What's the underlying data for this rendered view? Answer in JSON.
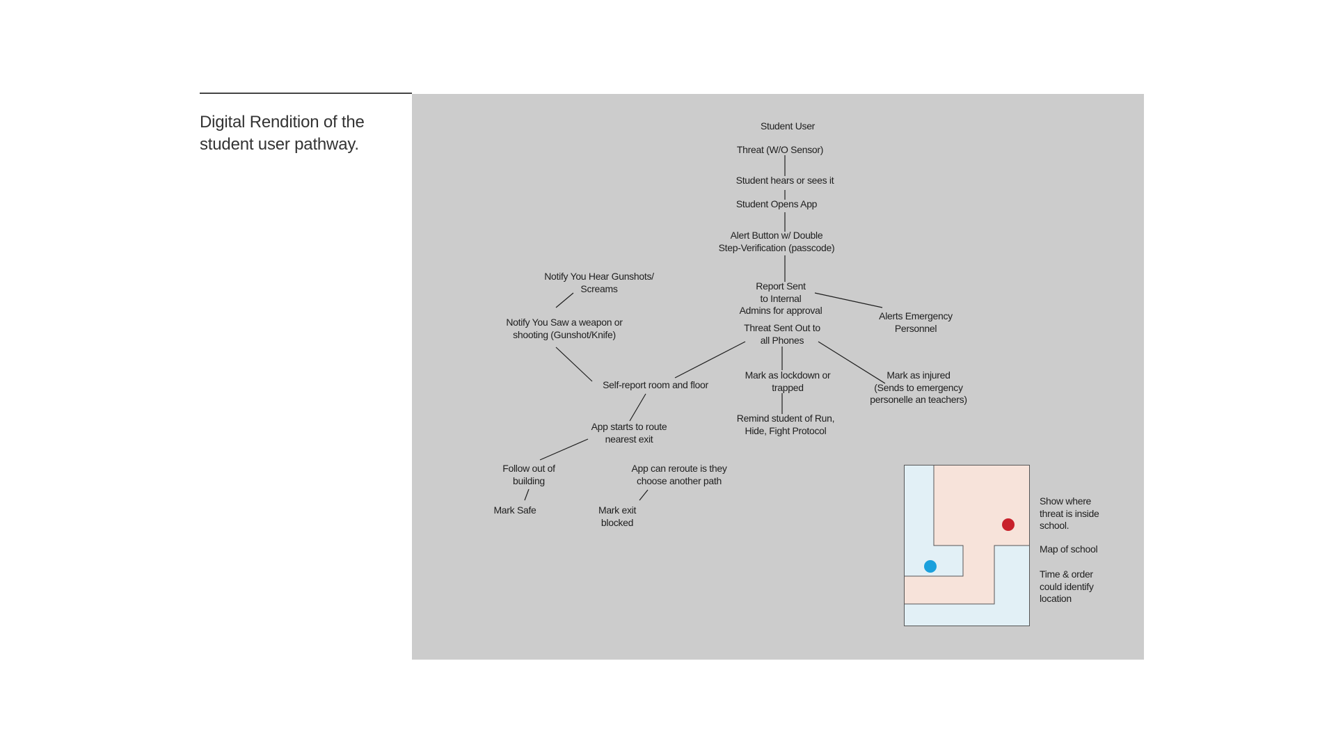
{
  "caption": "Digital Rendition of the\nstudent user pathway.",
  "colors": {
    "panel": "#cccccc",
    "line": "#1e1e1e",
    "map_safe": "#e2f0f6",
    "map_threat": "#f7e3da",
    "threat_dot": "#c8212b",
    "student_dot": "#1aa0dc"
  },
  "nodes": {
    "student_user": "Student User",
    "threat": "Threat (W/O Sensor)",
    "hears": "Student hears or sees it",
    "opens_app": "Student Opens App",
    "alert_button": "Alert Button w/ Double\nStep-Verification (passcode)",
    "report_sent": "Report Sent\nto Internal\nAdmins for approval",
    "alerts_emergency": "Alerts Emergency\nPersonnel",
    "threat_sent": "Threat Sent Out to\nall Phones",
    "notify_hear": "Notify You Hear Gunshots/\nScreams",
    "notify_saw": "Notify You Saw a weapon or\nshooting (Gunshot/Knife)",
    "self_report": "Self-report room and floor",
    "lockdown": "Mark as lockdown or\ntrapped",
    "injured": "Mark as injured\n(Sends to emergency\npersonelle an teachers)",
    "remind": "Remind student of Run,\nHide, Fight Protocol",
    "route_exit": "App starts to route\nnearest exit",
    "follow_out": "Follow out of\nbuilding",
    "reroute": "App can reroute is they\nchoose another path",
    "mark_safe": "Mark Safe",
    "mark_blocked": "Mark exit\nblocked"
  },
  "map_notes": {
    "threat_location": "Show where\nthreat is inside\nschool.",
    "map_label": "Map of school",
    "time_order": "Time & order\ncould identify\nlocation"
  }
}
